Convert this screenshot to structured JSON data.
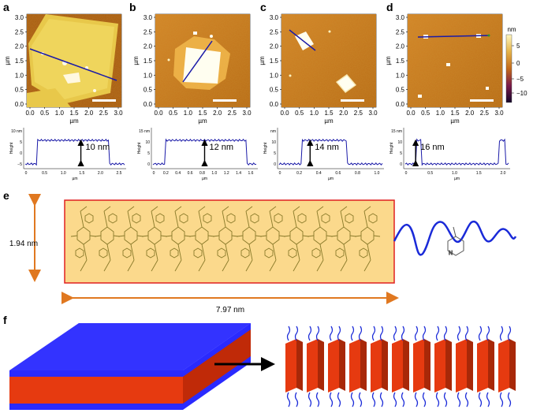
{
  "panels": [
    {
      "letter": "a",
      "profile_label": "10 nm",
      "profile_x_ticks": [
        "0",
        "0.5",
        "1.0",
        "1.5",
        "2.0",
        "2.5"
      ],
      "profile_y_ticks": [
        "10 nm",
        "5",
        "0",
        "−5"
      ]
    },
    {
      "letter": "b",
      "profile_label": "12 nm",
      "profile_x_ticks": [
        "0",
        "0.2",
        "0.4",
        "0.6",
        "0.8",
        "1.0",
        "1.2",
        "1.4",
        "1.6"
      ],
      "profile_y_ticks": [
        "15 nm",
        "10",
        "5",
        "0"
      ]
    },
    {
      "letter": "c",
      "profile_label": "14 nm",
      "profile_x_ticks": [
        "0",
        "0.2",
        "0.4",
        "0.6",
        "0.8",
        "1.0"
      ],
      "profile_y_ticks": [
        "nm",
        "10",
        "5",
        "0"
      ]
    },
    {
      "letter": "d",
      "profile_label": "16 nm",
      "profile_x_ticks": [
        "0",
        "0.5",
        "1.0",
        "1.5",
        "2.0"
      ],
      "profile_y_ticks": [
        "15 nm",
        "10",
        "5",
        "0"
      ]
    }
  ],
  "afm_axis": {
    "x_ticks": [
      "0.0",
      "0.5",
      "1.0",
      "1.5",
      "2.0",
      "2.5",
      "3.0"
    ],
    "y_ticks": [
      "3.0",
      "2.5",
      "2.0",
      "1.5",
      "1.0",
      "0.5",
      "0.0"
    ],
    "unit": "µm"
  },
  "profile_axis": {
    "x_unit": "µm",
    "y_label": "Height"
  },
  "colorbar": {
    "unit": "nm",
    "ticks": [
      "5",
      "0",
      "−5",
      "−10"
    ]
  },
  "panel_e": {
    "letter": "e",
    "height_label": "1.94 nm",
    "width_label": "7.97 nm"
  },
  "panel_f": {
    "letter": "f"
  },
  "colors": {
    "afm_dark": "#c8781a",
    "afm_bright": "#fff8d0",
    "scan_line": "#1a1aa8",
    "arrow_orange": "#e07820",
    "box_fill": "#fbd98c",
    "box_border": "#e02020",
    "sheet_blue": "#2a2aff",
    "sheet_red": "#e63a10",
    "chain_blue": "#1a2ad8",
    "molecule_olive": "#8a7a2a"
  }
}
